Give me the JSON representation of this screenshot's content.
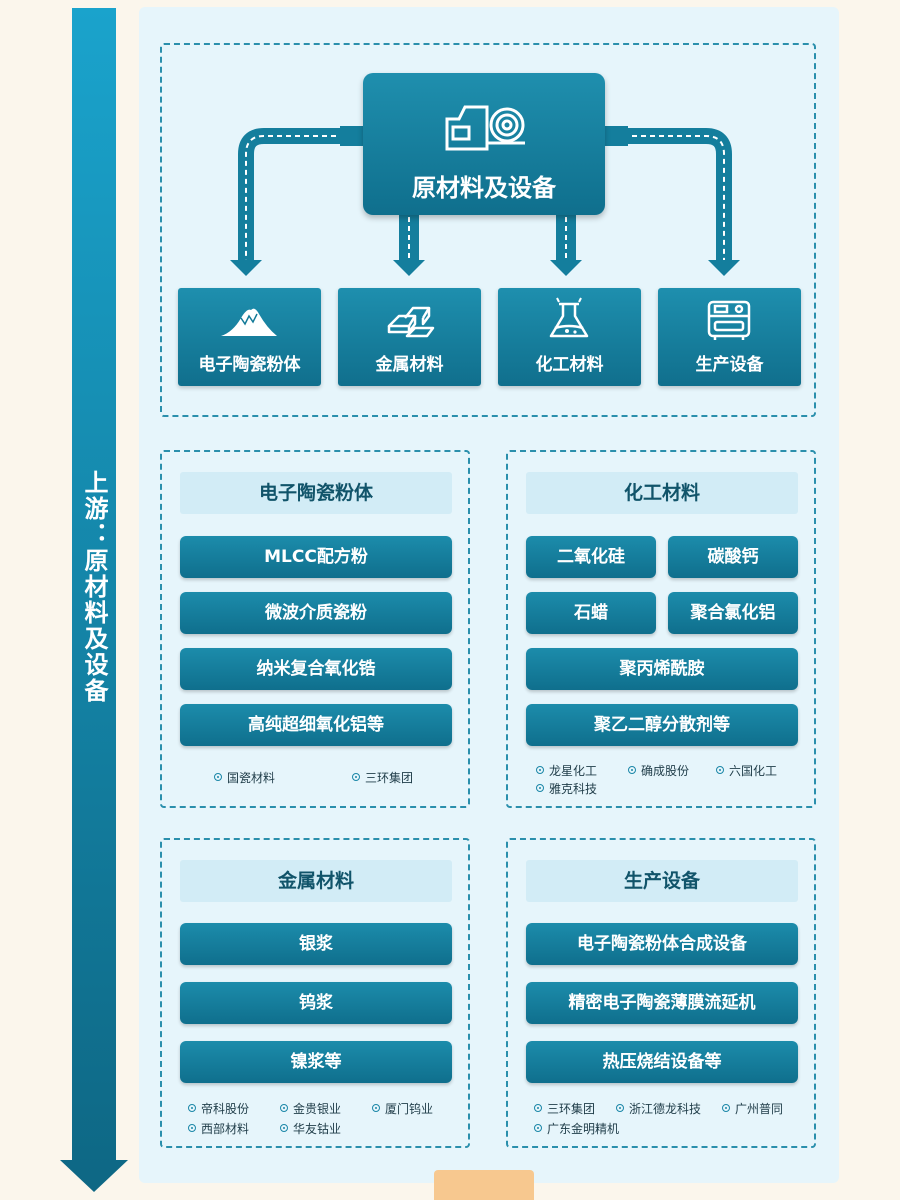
{
  "side_label": "上游：原材料及设备",
  "hub": {
    "title": "原材料及设备",
    "icon": "equipment-icon"
  },
  "categories": [
    {
      "label": "电子陶瓷粉体",
      "icon": "powder-mound-icon"
    },
    {
      "label": "金属材料",
      "icon": "metal-ingots-icon"
    },
    {
      "label": "化工材料",
      "icon": "flask-icon"
    },
    {
      "label": "生产设备",
      "icon": "machine-icon"
    }
  ],
  "sections": {
    "ceramic": {
      "title": "电子陶瓷粉体",
      "items": [
        "MLCC配方粉",
        "微波介质瓷粉",
        "纳米复合氧化锆",
        "高纯超细氧化铝等"
      ],
      "companies": [
        "国瓷材料",
        "三环集团"
      ]
    },
    "chemical": {
      "title": "化工材料",
      "items": [
        "二氧化硅",
        "碳酸钙",
        "石蜡",
        "聚合氯化铝",
        "聚丙烯酰胺",
        "聚乙二醇分散剂等"
      ],
      "companies": [
        "龙星化工",
        "确成股份",
        "六国化工",
        "雅克科技"
      ]
    },
    "metal": {
      "title": "金属材料",
      "items": [
        "银浆",
        "钨浆",
        "镍浆等"
      ],
      "companies": [
        "帝科股份",
        "金贵银业",
        "厦门钨业",
        "西部材料",
        "华友钴业"
      ]
    },
    "equipment": {
      "title": "生产设备",
      "items": [
        "电子陶瓷粉体合成设备",
        "精密电子陶瓷薄膜流延机",
        "热压烧结设备等"
      ],
      "companies": [
        "三环集团",
        "浙江德龙科技",
        "广州普同",
        "广东金明精机"
      ]
    }
  },
  "colors": {
    "primary": "#137a98",
    "accent_light": "#d2ecf6",
    "panel": "#e6f5fb",
    "background": "#fbf6ec"
  }
}
